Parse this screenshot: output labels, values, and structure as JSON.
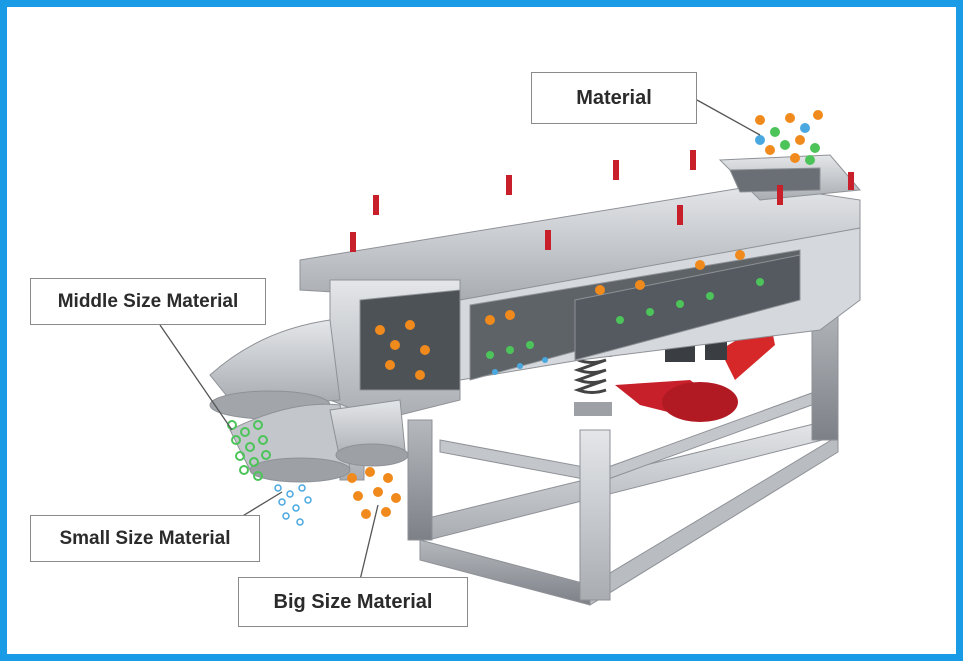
{
  "labels": {
    "material": "Material",
    "middle_size": "Middle Size Material",
    "small_size": "Small Size Material",
    "big_size": "Big Size Material"
  },
  "colors": {
    "frame_border": "#1a9be6",
    "machine_steel": "#c9ccd0",
    "particle_orange": "#f08a1c",
    "particle_green": "#4cc45a",
    "particle_blue": "#4aa8e0",
    "motor_red": "#d62828"
  },
  "icons": [
    "clamp-icon",
    "spring-icon",
    "motor-icon"
  ]
}
